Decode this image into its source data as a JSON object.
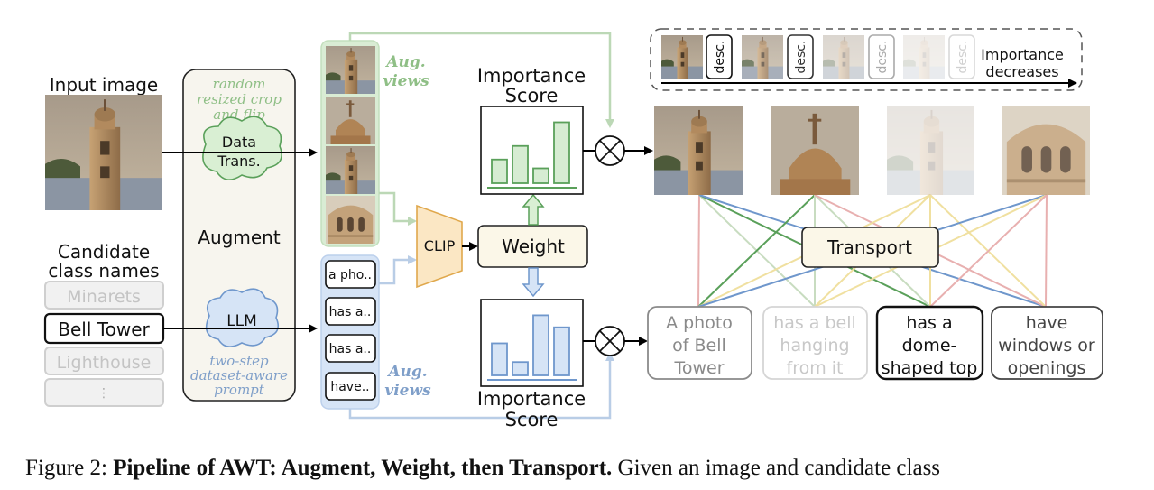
{
  "input": {
    "title": "Input image",
    "candidates_title_1": "Candidate",
    "candidates_title_2": "class names",
    "classes": [
      "Minarets",
      "Bell Tower",
      "Lighthouse",
      "⋮"
    ]
  },
  "augment": {
    "label": "Augment",
    "image_aug_note": [
      "random",
      "resized crop",
      "and flip"
    ],
    "text_aug_note": [
      "two-step",
      "dataset-aware",
      "prompt"
    ],
    "data_trans": [
      "Data",
      "Trans."
    ],
    "llm": "LLM",
    "aug_views_img": [
      "Aug.",
      "views"
    ],
    "aug_views_txt": [
      "Aug.",
      "views"
    ],
    "text_views": [
      "a pho..",
      "has a..",
      "has a..",
      "have.."
    ]
  },
  "weight": {
    "clip": "CLIP",
    "label": "Weight",
    "importance_top": [
      "Importance",
      "Score"
    ],
    "importance_bottom": [
      "Importance",
      "Score"
    ],
    "top_bars": [
      0.35,
      0.55,
      0.22,
      0.9
    ],
    "bottom_bars": [
      0.48,
      0.2,
      0.9,
      0.72
    ],
    "colors": {
      "green": "#5aa05a",
      "green_fill": "#d6ecd2",
      "blue": "#6f97cc",
      "blue_fill": "#d6e4f6"
    }
  },
  "legend": {
    "desc": "desc.",
    "text": [
      "Importance",
      "decreases"
    ]
  },
  "transport": {
    "label": "Transport",
    "descriptions": [
      [
        "A photo",
        "of Bell",
        "Tower"
      ],
      [
        "has a bell",
        "hanging",
        "from it"
      ],
      [
        "has a",
        "dome-",
        "shaped top"
      ],
      [
        "have",
        "windows or",
        "openings"
      ]
    ],
    "line_colors": [
      "#5aa05a",
      "#e8b0b0",
      "#f0e0a0",
      "#c8dcc0",
      "#6f97cc"
    ]
  },
  "caption": {
    "prefix": "Figure 2: ",
    "bold": "Pipeline of AWT: Augment, Weight, then Transport.",
    "rest": " Given an image and candidate class"
  }
}
